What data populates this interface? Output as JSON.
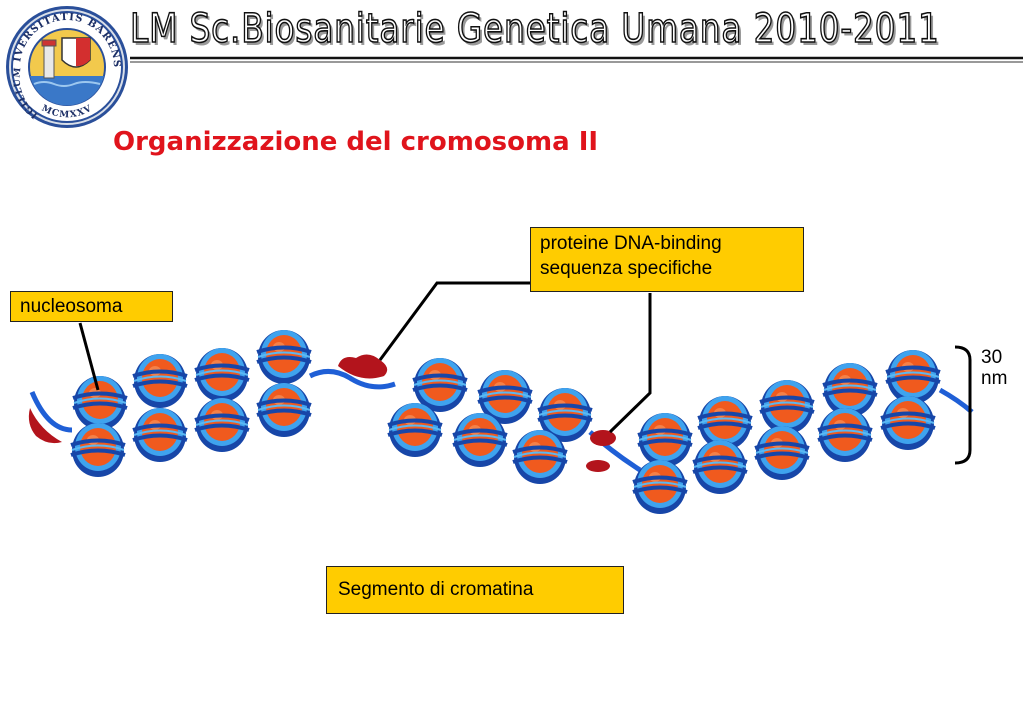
{
  "header": {
    "title": "LM Sc.Biosanitarie Genetica Umana 2010-2011",
    "seal_text_top": "UNIVERSITATIS BARENSIS",
    "seal_text_left": "SIGILLUM",
    "seal_text_bottom": "MCMXXV"
  },
  "slide": {
    "title": "Organizzazione del cromosoma II"
  },
  "labels": {
    "nucleosoma": "nucleosoma",
    "proteine_line1": "proteine DNA-binding",
    "proteine_line2": "sequenza specifiche",
    "segmento": "Segmento di cromatina",
    "scale_value": "30",
    "scale_unit": "nm"
  },
  "colors": {
    "title_red": "#e0141c",
    "label_fill": "#ffcc00",
    "dna_blue": "#1f5fd6",
    "histone_orange": "#f05a1e",
    "protein_red": "#b3141c",
    "seal_blue": "#2a4f9a"
  }
}
